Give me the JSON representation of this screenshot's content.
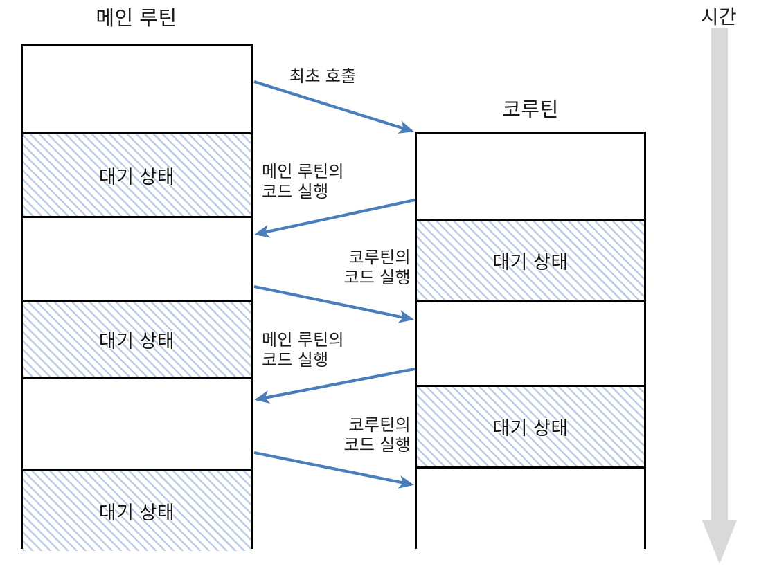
{
  "diagram": {
    "title_main": "메인 루틴",
    "title_coroutine": "코루틴",
    "title_time": "시간",
    "wait_label": "대기 상태",
    "accent_color": "#4a7ebb",
    "hatch_color": "#b7c9e4",
    "border_color": "#000000",
    "time_arrow_color": "#d9d9d9"
  },
  "main_routine": {
    "name": "메인 루틴",
    "segments": [
      {
        "label": "",
        "state": "running"
      },
      {
        "label": "대기 상태",
        "state": "waiting"
      },
      {
        "label": "",
        "state": "running"
      },
      {
        "label": "대기 상태",
        "state": "waiting"
      },
      {
        "label": "",
        "state": "running"
      },
      {
        "label": "대기 상태",
        "state": "waiting"
      }
    ]
  },
  "coroutine": {
    "name": "코루틴",
    "segments": [
      {
        "label": "",
        "state": "running"
      },
      {
        "label": "대기 상태",
        "state": "waiting"
      },
      {
        "label": "",
        "state": "running"
      },
      {
        "label": "대기 상태",
        "state": "waiting"
      },
      {
        "label": "",
        "state": "running"
      }
    ]
  },
  "arrows": [
    {
      "label": "최초 호출",
      "direction": "main-to-coroutine"
    },
    {
      "label": "메인 루틴의\n코드 실행",
      "direction": "coroutine-to-main"
    },
    {
      "label": "코루틴의\n코드 실행",
      "direction": "main-to-coroutine"
    },
    {
      "label": "메인 루틴의\n코드 실행",
      "direction": "coroutine-to-main"
    },
    {
      "label": "코루틴의\n코드 실행",
      "direction": "main-to-coroutine"
    }
  ]
}
